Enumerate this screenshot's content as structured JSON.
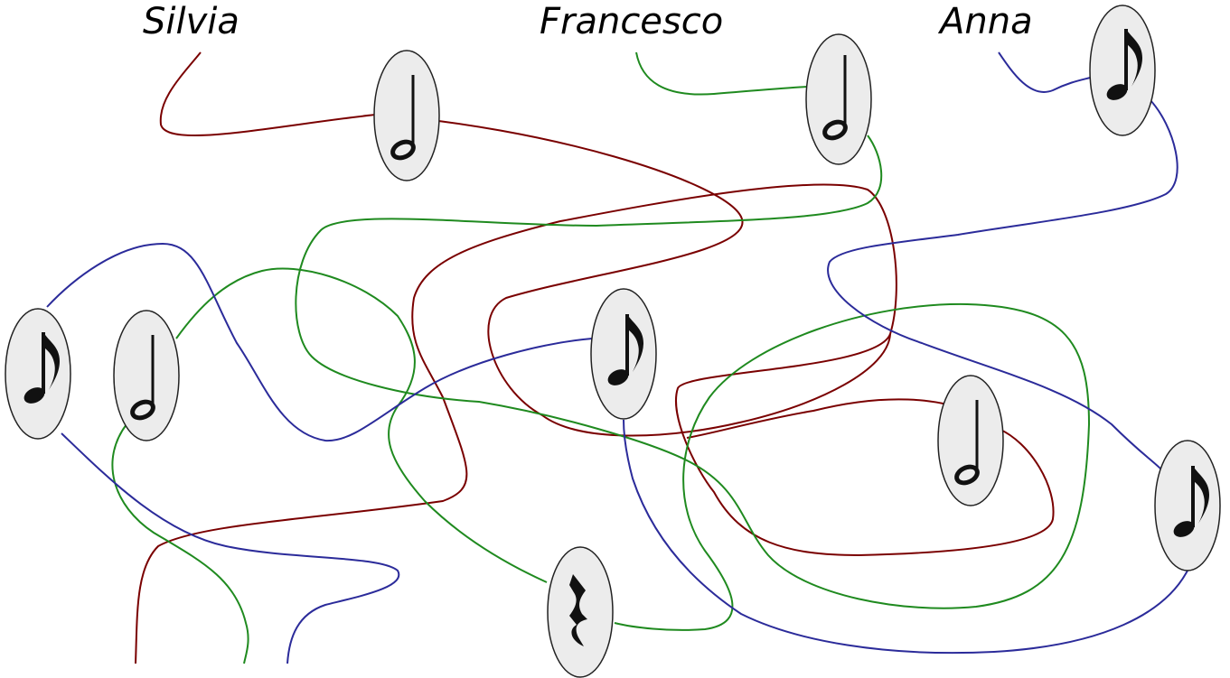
{
  "names": {
    "silvia": "Silvia",
    "francesco": "Francesco",
    "anna": "Anna"
  },
  "colors": {
    "silvia_line": "#7a0000",
    "francesco_line": "#1f8a1f",
    "anna_line": "#2b2b9a",
    "note_fill": "#111111",
    "oval_stroke": "#222222",
    "oval_fill": "#ececec"
  },
  "notes": [
    {
      "id": "top-left-half",
      "kind": "half-note"
    },
    {
      "id": "top-right-half",
      "kind": "half-note"
    },
    {
      "id": "top-eighth",
      "kind": "eighth-note"
    },
    {
      "id": "left-eighth",
      "kind": "eighth-note"
    },
    {
      "id": "left-half",
      "kind": "half-note"
    },
    {
      "id": "center-eighth",
      "kind": "eighth-note"
    },
    {
      "id": "right-half",
      "kind": "half-note"
    },
    {
      "id": "far-right-eighth",
      "kind": "eighth-note"
    },
    {
      "id": "bottom-rest",
      "kind": "quarter-rest"
    }
  ]
}
